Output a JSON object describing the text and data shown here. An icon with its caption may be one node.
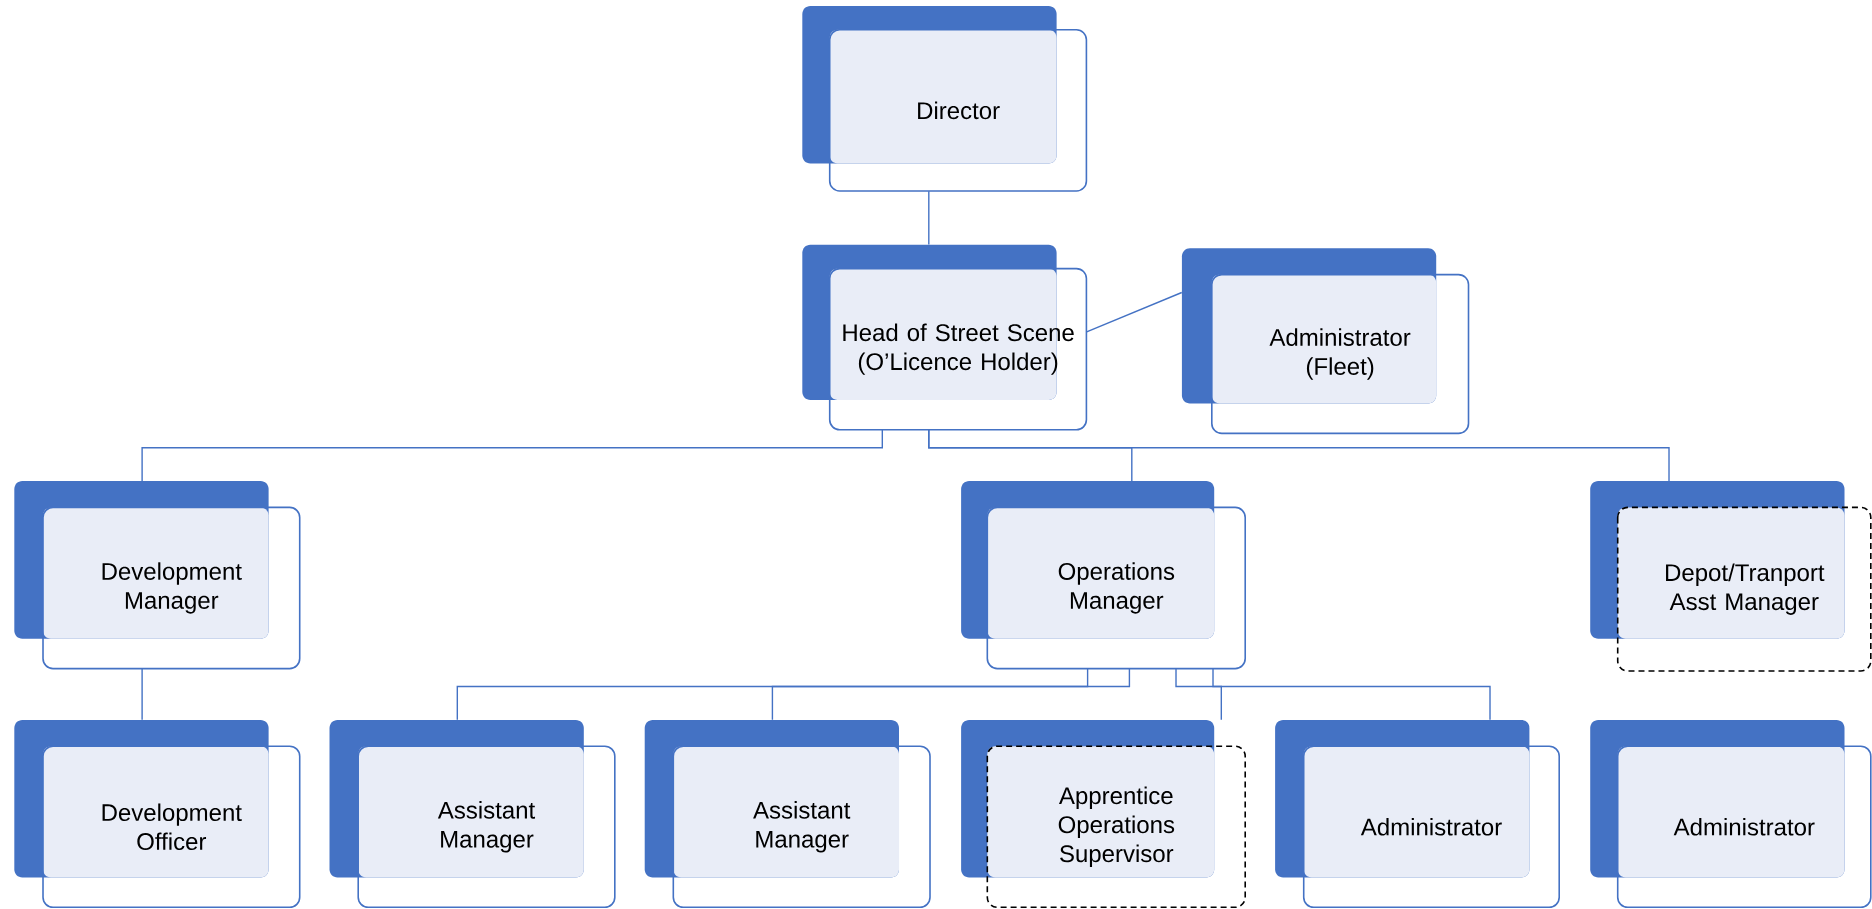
{
  "diagram": {
    "nodes": [
      {
        "text": [
          "Director"
        ]
      },
      {
        "text": [
          "Head of Street Scene (O’Licence Holder)"
        ]
      },
      {
        "text": [
          "Administrator (Fleet)"
        ]
      },
      {
        "text": [
          "Development Manager"
        ]
      },
      {
        "text": [
          "Operations Manager"
        ]
      },
      {
        "text": [
          "Depot/Tranport Asst Manager"
        ]
      },
      {
        "text": [
          "Development Officer"
        ]
      },
      {
        "text": [
          "Assistant Manager"
        ]
      },
      {
        "text": [
          "Assistant Manager"
        ]
      },
      {
        "text": [
          "Apprentice Operations Supervisor"
        ]
      },
      {
        "text": [
          "Administrator"
        ]
      },
      {
        "text": [
          "Administrator"
        ]
      }
    ],
    "edges": [
      {
        "from": 0,
        "to": 1,
        "arrow": "none"
      },
      {
        "from": 1,
        "to": 2,
        "arrow": "none"
      },
      {
        "from": 1,
        "to": 3,
        "arrow": "none"
      },
      {
        "from": 1,
        "to": 4,
        "arrow": "none"
      },
      {
        "from": 1,
        "to": 5,
        "arrow": "none"
      },
      {
        "from": 3,
        "to": 6,
        "arrow": "none"
      },
      {
        "from": 4,
        "to": 7,
        "arrow": "none"
      },
      {
        "from": 4,
        "to": 8,
        "arrow": "none"
      },
      {
        "from": 4,
        "to": 9,
        "arrow": "none"
      },
      {
        "from": 4,
        "to": 10,
        "arrow": "none"
      }
    ]
  }
}
